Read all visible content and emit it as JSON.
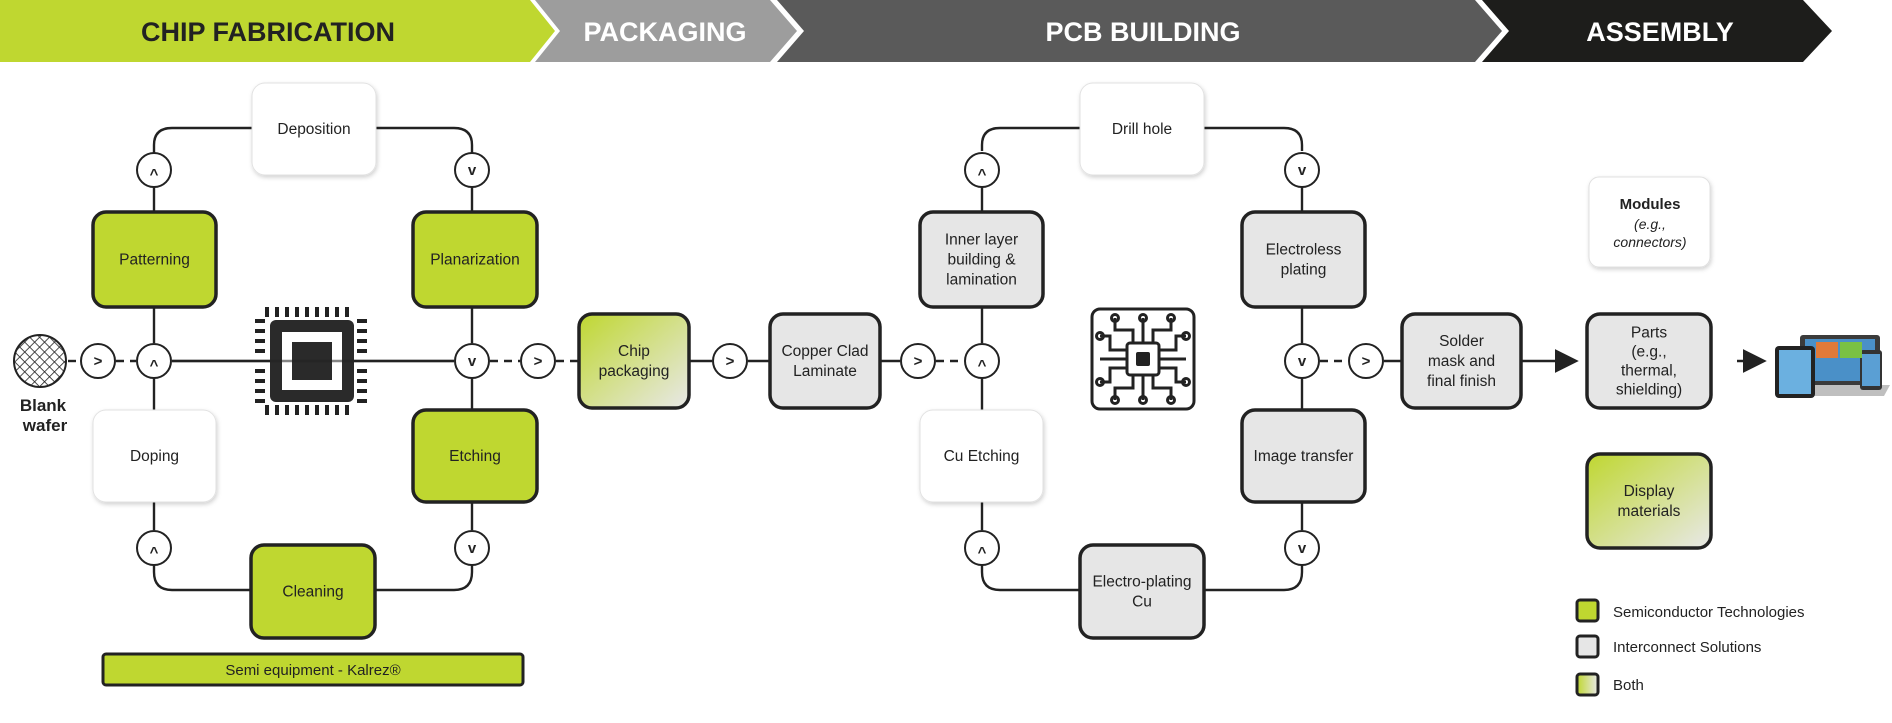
{
  "header": {
    "stages": [
      {
        "label": "CHIP FABRICATION",
        "fill": "#bfd730",
        "text_color": "#222222"
      },
      {
        "label": "PACKAGING",
        "fill": "#9d9d9d",
        "text_color": "#ffffff"
      },
      {
        "label": "PCB BUILDING",
        "fill": "#5a5a5a",
        "text_color": "#ffffff"
      },
      {
        "label": "ASSEMBLY",
        "fill": "#1d1d1b",
        "text_color": "#ffffff"
      }
    ]
  },
  "input": {
    "label_line1": "Blank",
    "label_line2": "wafer"
  },
  "chip_fab": {
    "deposition": [
      "Deposition"
    ],
    "patterning": [
      "Patterning"
    ],
    "planarization": [
      "Planarization"
    ],
    "doping": [
      "Doping"
    ],
    "etching": [
      "Etching"
    ],
    "cleaning": [
      "Cleaning"
    ],
    "equipment_bar": "Semi equipment - Kalrez®",
    "center_icon": "microchip-icon"
  },
  "packaging": {
    "chip_packaging": [
      "Chip",
      "packaging"
    ],
    "copper_clad": [
      "Copper Clad",
      "Laminate"
    ]
  },
  "pcb": {
    "drill_hole": [
      "Drill hole"
    ],
    "inner_layer": [
      "Inner layer",
      "building &",
      "lamination"
    ],
    "electroless": [
      "Electroless",
      "plating"
    ],
    "cu_etching": [
      "Cu Etching"
    ],
    "image_transfer": [
      "Image transfer"
    ],
    "electroplating": [
      "Electro-plating",
      "Cu"
    ],
    "center_icon": "circuit-board-icon"
  },
  "assembly": {
    "solder_mask": [
      "Solder",
      "mask and",
      "final finish"
    ],
    "modules_title": "Modules",
    "modules_sub": [
      "(e.g.,",
      "connectors)"
    ],
    "parts": [
      "Parts",
      "(e.g.,",
      "thermal,",
      "shielding)"
    ],
    "display": [
      "Display",
      "materials"
    ],
    "output_icon": "devices-icon"
  },
  "legend": {
    "items": [
      {
        "label": "Semiconductor Technologies",
        "kind": "semi"
      },
      {
        "label": "Interconnect Solutions",
        "kind": "inter"
      },
      {
        "label": "Both",
        "kind": "both"
      }
    ]
  },
  "colors": {
    "green": "#bfd730",
    "grey": "#e6e6e6",
    "white": "#ffffff",
    "line": "#222222"
  },
  "chevrons": {
    "up": "^",
    "down": "v",
    "right": ">"
  }
}
